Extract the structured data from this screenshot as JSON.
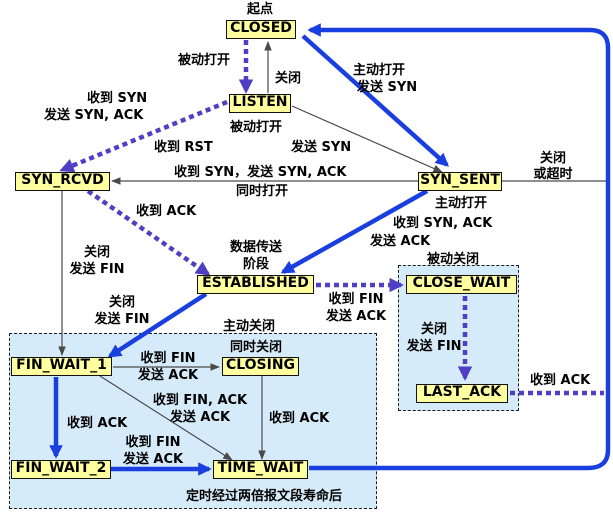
{
  "colors": {
    "state_fill": "#ffff9f",
    "region_fill": "#d6ebf9",
    "arrow_blue": "#1a3fe0",
    "arrow_purple": "#4e3fc4",
    "line": "#4a4a4a"
  },
  "states": {
    "closed": "CLOSED",
    "listen": "LISTEN",
    "syn_rcvd": "SYN_RCVD",
    "syn_sent": "SYN_SENT",
    "established": "ESTABLISHED",
    "close_wait": "CLOSE_WAIT",
    "last_ack": "LAST_ACK",
    "fin_wait_1": "FIN_WAIT_1",
    "closing": "CLOSING",
    "fin_wait_2": "FIN_WAIT_2",
    "time_wait": "TIME_WAIT"
  },
  "labels": {
    "start": "起点",
    "passive_open_1": "被动打开",
    "close_1": "关闭",
    "active_open_send_syn_1": "主动打开",
    "active_open_send_syn_2": "发送 SYN",
    "recv_syn_send_synack_1": "收到 SYN",
    "recv_syn_send_synack_2": "发送 SYN, ACK",
    "passive_open_2": "被动打开",
    "recv_rst": "收到 RST",
    "send_syn": "发送 SYN",
    "close_or_timeout_1": "关闭",
    "close_or_timeout_2": "或超时",
    "simul_open_1": "收到 SYN，发送 SYN, ACK",
    "simul_open_2": "同时打开",
    "recv_ack_1": "收到 ACK",
    "active_open_2": "主动打开",
    "recv_synack_send_ack_1": "收到 SYN, ACK",
    "recv_synack_send_ack_2": "发送 ACK",
    "data_transfer_1": "数据传送",
    "data_transfer_2": "阶段",
    "close_send_fin_1_a": "关闭",
    "close_send_fin_1_b": "发送 FIN",
    "passive_close": "被动关闭",
    "close_send_fin_2_a": "关闭",
    "close_send_fin_2_b": "发送 FIN",
    "recv_fin_send_ack_1_a": "收到 FIN",
    "recv_fin_send_ack_1_b": "发送 ACK",
    "active_close": "主动关闭",
    "close_send_fin_3_a": "关闭",
    "close_send_fin_3_b": "发送 FIN",
    "simul_close_a": "收到 FIN",
    "simul_close_b": "发送 ACK",
    "simul_close_c": "同时关闭",
    "recv_ack_last": "收到 ACK",
    "recv_finack_send_ack_a": "收到 FIN, ACK",
    "recv_finack_send_ack_b": "发送 ACK",
    "recv_ack_2": "收到 ACK",
    "recv_ack_3": "收到 ACK",
    "recv_fin_send_ack_2_a": "收到 FIN",
    "recv_fin_send_ack_2_b": "发送 ACK",
    "timeout_2msl": "定时经过两倍报文段寿命后"
  }
}
